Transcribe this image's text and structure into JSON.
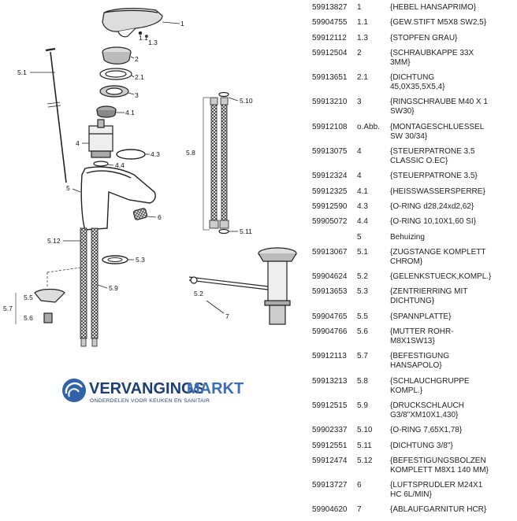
{
  "diagram": {
    "labels": {
      "l1": "1",
      "l1_1": "1.1",
      "l1_3": "1.3",
      "l2": "2",
      "l2_1": "2.1",
      "l3": "3",
      "l4_1": "4.1",
      "l4": "4",
      "l4_3": "4.3",
      "l4_4": "4.4",
      "l5_1": "5.1",
      "l5": "5",
      "l6": "6",
      "l5_12": "5.12",
      "l5_3": "5.3",
      "l5_9": "5.9",
      "l5_5": "5.5",
      "l5_7": "5.7",
      "l5_6": "5.6",
      "l5_10": "5.10",
      "l5_8": "5.8",
      "l5_11": "5.11",
      "l5_2": "5.2",
      "l7": "7"
    }
  },
  "logo": {
    "name_part1": "VERVANGINGS",
    "name_part2": "MARKT",
    "tagline": "ONDERDELEN VOOR KEUKEN EN SANITAIR"
  },
  "parts": [
    {
      "art": "59913827",
      "pos": "1",
      "desc": "{HEBEL HANSAPRIMO}"
    },
    {
      "art": "59904755",
      "pos": "1.1",
      "desc": "{GEW.STIFT M5X8 SW2,5}"
    },
    {
      "art": "59912112",
      "pos": "1.3",
      "desc": "{STOPFEN GRAU}"
    },
    {
      "art": "59912504",
      "pos": "2",
      "desc": "{SCHRAUBKAPPE 33X\n3MM}"
    },
    {
      "art": "59913651",
      "pos": "2.1",
      "desc": "{DICHTUNG\n45,0X35,5X5,4}"
    },
    {
      "art": "59913210",
      "pos": "3",
      "desc": "{RINGSCHRAUBE M40 X 1\nSW30}"
    },
    {
      "art": "59912108",
      "pos": "o.Abb.",
      "desc": "{MONTAGESCHLUESSEL\nSW 30/34}"
    },
    {
      "art": "59913075",
      "pos": "4",
      "desc": "{STEUERPATRONE 3.5\nCLASSIC O.EC}"
    },
    {
      "art": "59912324",
      "pos": "4",
      "desc": "{STEUERPATRONE 3.5}"
    },
    {
      "art": "59912325",
      "pos": "4.1",
      "desc": "{HEISSWASSERSPERRE}"
    },
    {
      "art": "59912590",
      "pos": "4.3",
      "desc": "{O-RING d28,24xd2,62}"
    },
    {
      "art": "59905072",
      "pos": "4.4",
      "desc": "{O-RING 10,10X1,60 SI}"
    },
    {
      "art": "",
      "pos": "5",
      "desc": "Behuizing"
    },
    {
      "art": "59913067",
      "pos": "5.1",
      "desc": "{ZUGSTANGE KOMPLETT\nCHROM}"
    },
    {
      "art": "59904624",
      "pos": "5.2",
      "desc": "{GELENKSTUECK,KOMPL.}"
    },
    {
      "art": "59913653",
      "pos": "5.3",
      "desc": "{ZENTRIERRING MIT\nDICHTUNG}"
    },
    {
      "art": "59904765",
      "pos": "5.5",
      "desc": "{SPANNPLATTE}"
    },
    {
      "art": "59904766",
      "pos": "5.6",
      "desc": "{MUTTER ROHR-\nM8X1SW13}"
    },
    {
      "art": "59912113",
      "pos": "5.7",
      "desc": "{BEFESTIGUNG\nHANSAPOLO}"
    },
    {
      "art": "59913213",
      "pos": "5.8",
      "desc": "{SCHLAUCHGRUPPE\nKOMPL.}"
    },
    {
      "art": "59912515",
      "pos": "5.9",
      "desc": "{DRUCKSCHLAUCH\nG3/8\"XM10X1,430}"
    },
    {
      "art": "59902337",
      "pos": "5.10",
      "desc": "{O-RING 7,65X1,78}"
    },
    {
      "art": "59912551",
      "pos": "5.11",
      "desc": "{DICHTUNG 3/8\"}"
    },
    {
      "art": "59912474",
      "pos": "5.12",
      "desc": "{BEFESTIGUNGSBOLZEN\nKOMPLETT M8X1 140 MM}"
    },
    {
      "art": "59913727",
      "pos": "6",
      "desc": "{LUFTSPRUDLER M24X1\nHC 6L/MIN}"
    },
    {
      "art": "59904620",
      "pos": "7",
      "desc": "{ABLAUFGARNITUR HCR}"
    }
  ]
}
